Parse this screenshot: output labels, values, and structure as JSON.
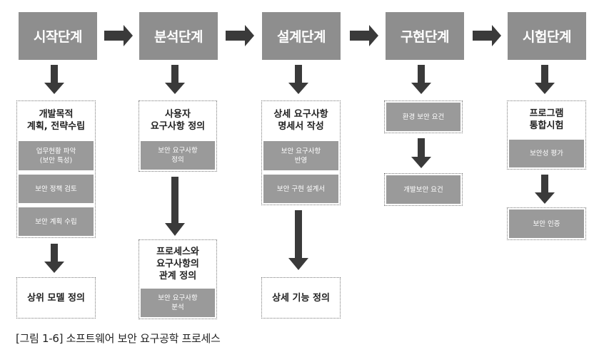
{
  "phases": [
    "시작단계",
    "분석단계",
    "설계단계",
    "구현단계",
    "시험단계"
  ],
  "col1": {
    "title": "개발목적\n계획, 전략수립",
    "subs": [
      "업무현황 파악\n(보안 특성)",
      "보안 정책 검토",
      "보안 계획 수립"
    ],
    "bottom": "상위 모델 정의"
  },
  "col2": {
    "title": "사용자\n요구사항 정의",
    "sub": "보안 요구사항\n정의",
    "box2_title": "프로세스와\n요구사항의\n관계 정의",
    "box2_sub": "보안 요구사항\n분석"
  },
  "col3": {
    "title": "상세 요구사항\n명세서 작성",
    "subs": [
      "보안 요구사항\n반영",
      "보안 구현 설계서"
    ],
    "bottom": "상세 기능 정의"
  },
  "col4": {
    "box1": "환경 보안 요건",
    "box2": "개발보안 요건"
  },
  "col5": {
    "title": "프로그램\n통합시험",
    "sub": "보안성 평가",
    "box2": "보안 인증"
  },
  "caption": "[그림 1-6] 소프트웨어 보안 요구공학 프로세스",
  "colors": {
    "phase_bg": "#8e8e8e",
    "sub_bg": "#9a9a9a",
    "arrow": "#3a3a3a"
  }
}
